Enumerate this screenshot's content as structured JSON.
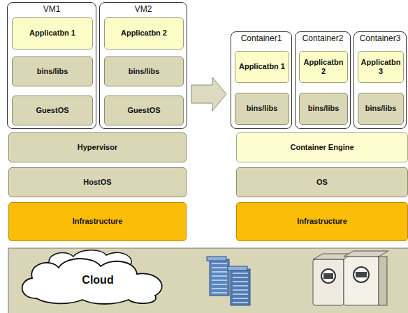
{
  "diagram": {
    "nodes": [
      {
        "text": [
          "VM1"
        ]
      },
      {
        "text": [
          "Applicatbn 1"
        ],
        "in": 0
      },
      {
        "text": [
          "bins/libs"
        ],
        "in": 0
      },
      {
        "text": [
          "GuestOS"
        ],
        "in": 0
      },
      {
        "text": [
          "VM2"
        ]
      },
      {
        "text": [
          "Applicatbn 2"
        ],
        "in": 4
      },
      {
        "text": [
          "bins/libs"
        ],
        "in": 4
      },
      {
        "text": [
          "GuestOS"
        ],
        "in": 4
      },
      {
        "text": [
          "Container1"
        ]
      },
      {
        "text": [
          "Applicatbn 1"
        ],
        "in": 8
      },
      {
        "text": [
          "bins/libs"
        ],
        "in": 8
      },
      {
        "text": [
          "Container2"
        ]
      },
      {
        "text": [
          "Applicatbn 2"
        ],
        "in": 11
      },
      {
        "text": [
          "bins/libs"
        ],
        "in": 11
      },
      {
        "text": [
          "Container3"
        ]
      },
      {
        "text": [
          "Applicatbn 3"
        ],
        "in": 14
      },
      {
        "text": [
          "bins/libs"
        ],
        "in": 14
      },
      {
        "text": [
          "Hypervisor"
        ]
      },
      {
        "text": [
          "HostOS"
        ]
      },
      {
        "text": [
          "Infrastructure"
        ]
      },
      {
        "text": [
          "Container Engine"
        ]
      },
      {
        "text": [
          "OS"
        ]
      },
      {
        "text": [
          "Infrastructure"
        ]
      },
      {
        "text": [
          "Cloud"
        ]
      }
    ],
    "edges": [
      {
        "from": 4,
        "to": 8,
        "arrow": "to"
      }
    ]
  }
}
